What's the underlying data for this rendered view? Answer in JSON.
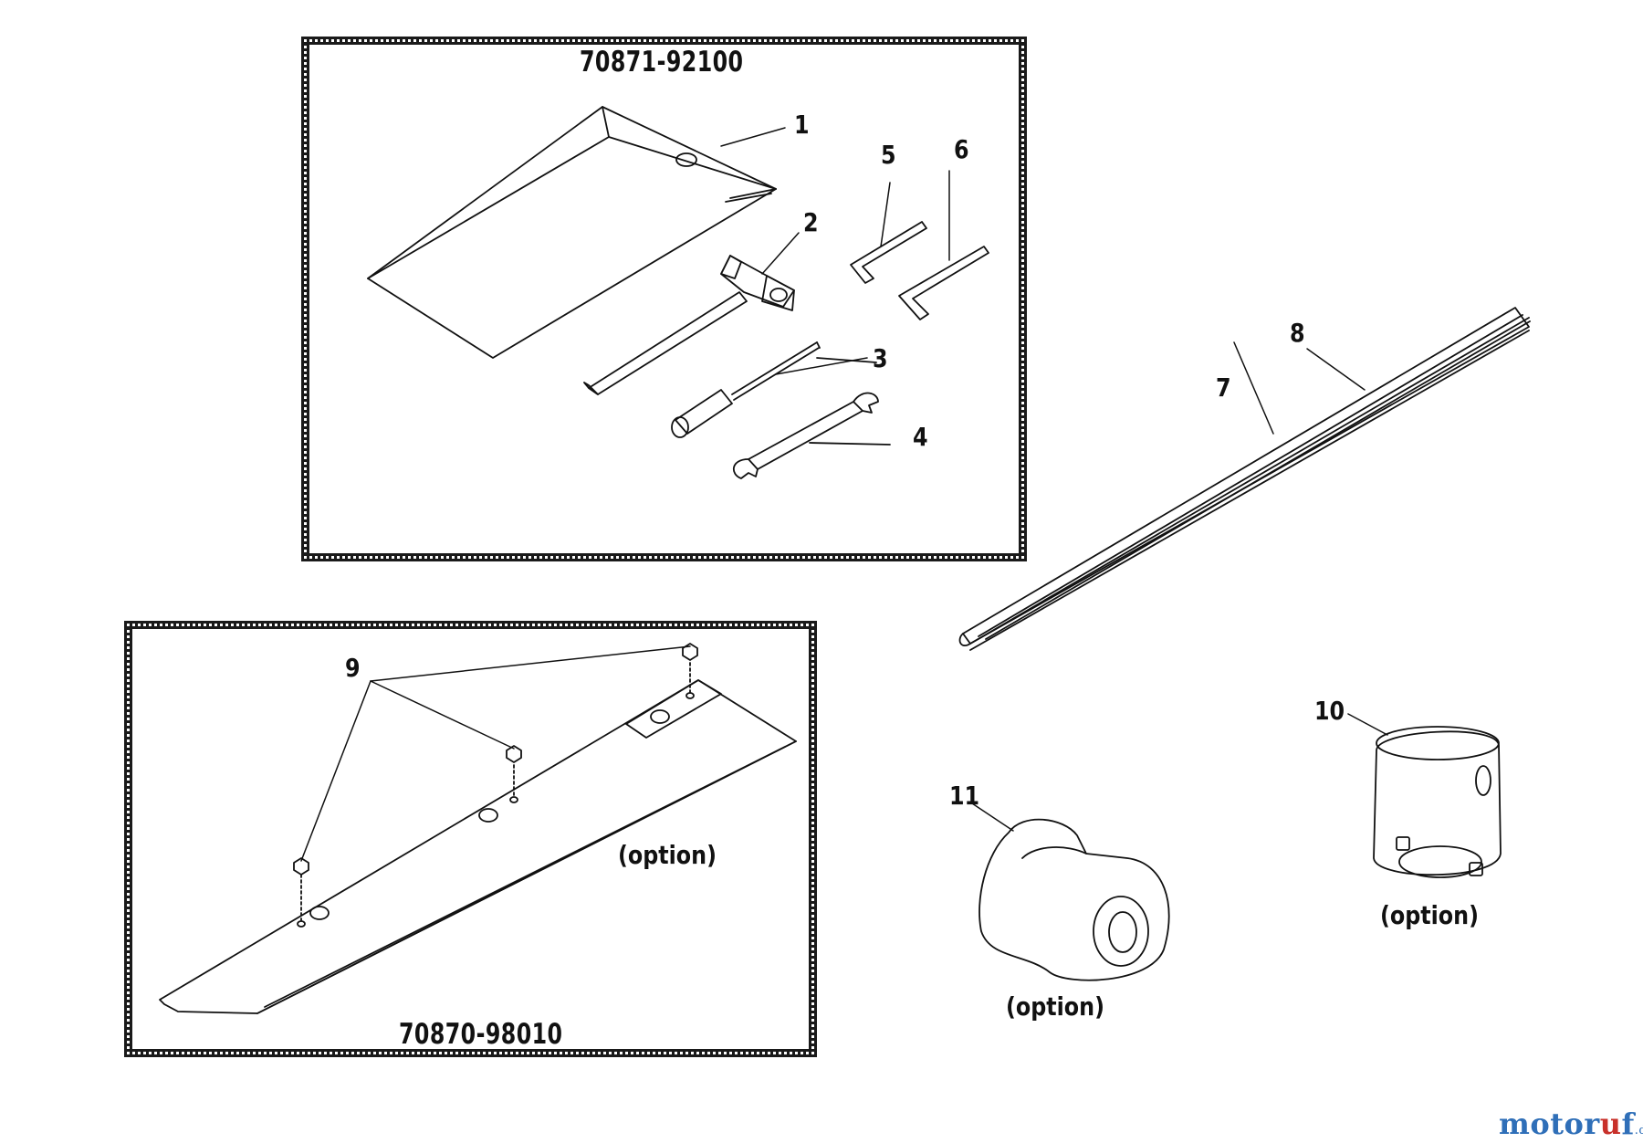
{
  "kits": [
    {
      "part_number": "70871-92100"
    },
    {
      "part_number": "70870-98010"
    }
  ],
  "callouts": [
    "1",
    "2",
    "3",
    "4",
    "5",
    "6",
    "7",
    "8",
    "9",
    "10",
    "11"
  ],
  "option_label": "(option)",
  "watermark": {
    "text": "motoruf",
    "suffix": ".de",
    "colors": [
      "#2f6fb8",
      "#2f6fb8",
      "#2f6fb8",
      "#2f6fb8",
      "#2f6fb8",
      "#c8302a",
      "#2f6fb8"
    ]
  }
}
